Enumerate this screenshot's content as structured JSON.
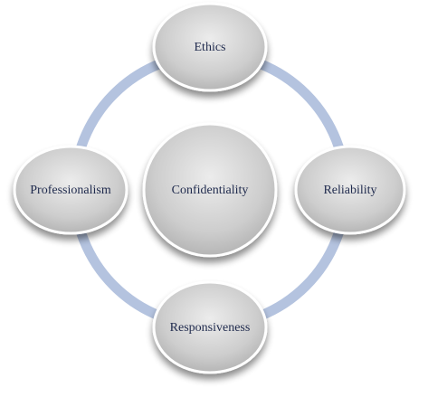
{
  "diagram": {
    "center": {
      "label": "Confidentiality"
    },
    "nodes": [
      {
        "label": "Ethics"
      },
      {
        "label": "Reliability"
      },
      {
        "label": "Responsiveness"
      },
      {
        "label": "Professionalism"
      }
    ]
  },
  "colors": {
    "ring": "#b4c3df",
    "node_fill_light": "#ededed",
    "node_fill_dark": "#b9b9b9",
    "node_stroke": "#ffffff",
    "label_text": "#1f2a4d"
  }
}
